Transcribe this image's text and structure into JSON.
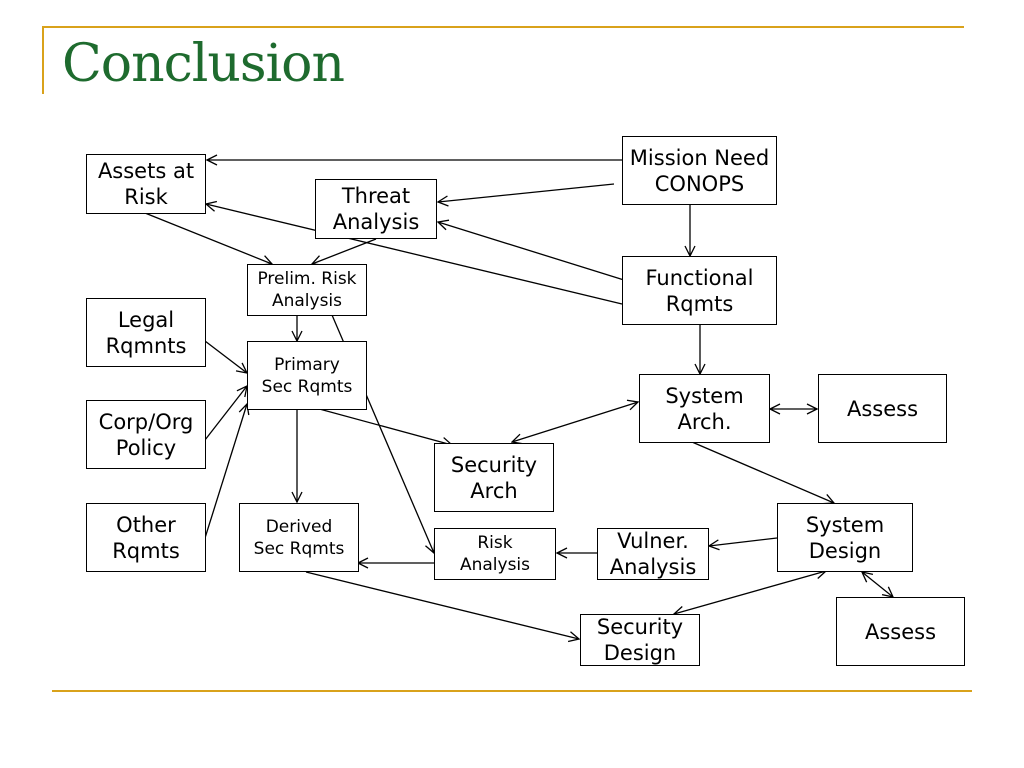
{
  "slide": {
    "title": "Conclusion",
    "accent_color": "#d9a21b",
    "title_color": "#1e6b2e"
  },
  "diagram": {
    "nodes": {
      "assets_at_risk": "Assets at\nRisk",
      "threat_analysis": "Threat\nAnalysis",
      "mission_need": "Mission Need\nCONOPS",
      "prelim_risk": "Prelim. Risk\nAnalysis",
      "functional_rqmts": "Functional\nRqmts",
      "legal_rqmnts": "Legal\nRqmnts",
      "primary_sec_rqmts": "Primary\nSec Rqmts",
      "system_arch": "System\nArch.",
      "assess_top": "Assess",
      "corp_org_policy": "Corp/Org\nPolicy",
      "security_arch": "Security\nArch",
      "other_rqmts": "Other\nRqmts",
      "derived_sec_rqmts": "Derived\nSec Rqmts",
      "risk_analysis": "Risk\nAnalysis",
      "vulner_analysis": "Vulner.\nAnalysis",
      "system_design": "System\nDesign",
      "security_design": "Security\nDesign",
      "assess_bottom": "Assess"
    }
  }
}
